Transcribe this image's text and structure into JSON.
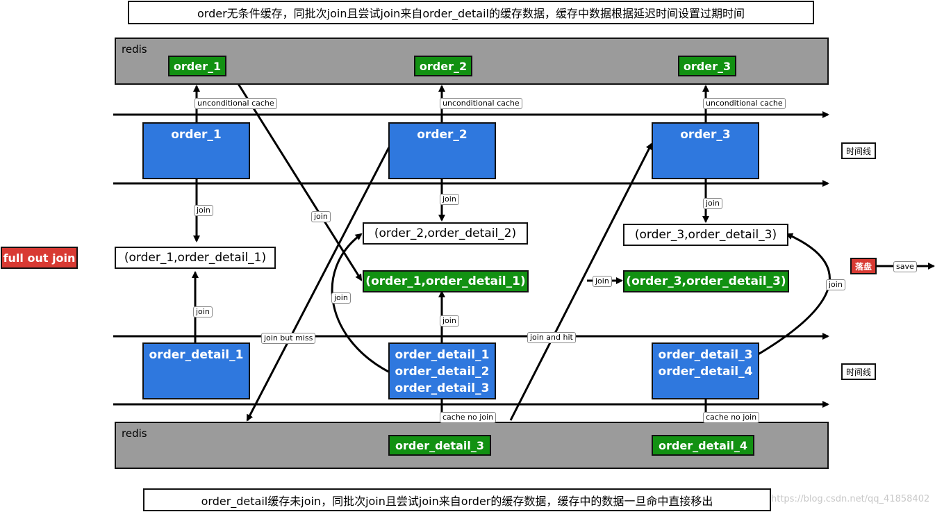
{
  "top_note": "order无条件缓存，同批次join且尝试join来自order_detail的缓存数据，缓存中数据根据延迟时间设置过期时间",
  "bottom_note": "order_detail缓存未join，同批次join且尝试join来自order的缓存数据，缓存中的数据一旦命中直接移出",
  "watermark": "https://blog.csdn.net/qq_41858402",
  "redis_label": "redis",
  "redis_top_items": [
    "order_1",
    "order_2",
    "order_3"
  ],
  "redis_bottom_items": [
    "order_detail_3",
    "order_detail_4"
  ],
  "orders": [
    "order_1",
    "order_2",
    "order_3"
  ],
  "order_details": {
    "batch1": [
      "order_detail_1"
    ],
    "batch2": [
      "order_detail_1",
      "order_detail_2",
      "order_detail_3"
    ],
    "batch3": [
      "order_detail_3",
      "order_detail_4"
    ]
  },
  "join_results_plain": [
    "(order_1,order_detail_1)",
    "(order_2,order_detail_2)",
    "(order_3,order_detail_3)"
  ],
  "join_results_cached": [
    "(order_1,order_detail_1)",
    "(order_3,order_detail_3)"
  ],
  "edge_labels": {
    "unconditional_cache": "unconditional cache",
    "join": "join",
    "join_but_miss": "join but miss",
    "join_and_hit": "join and hit",
    "cache_no_join": "cache no join",
    "save": "save"
  },
  "timeline_label": "时间线",
  "full_out_join": "full out join",
  "sink_label": "落盘",
  "colors": {
    "redis": "#9b9b9b",
    "green": "#129112",
    "blue": "#2f78de",
    "red": "#d83a33"
  }
}
